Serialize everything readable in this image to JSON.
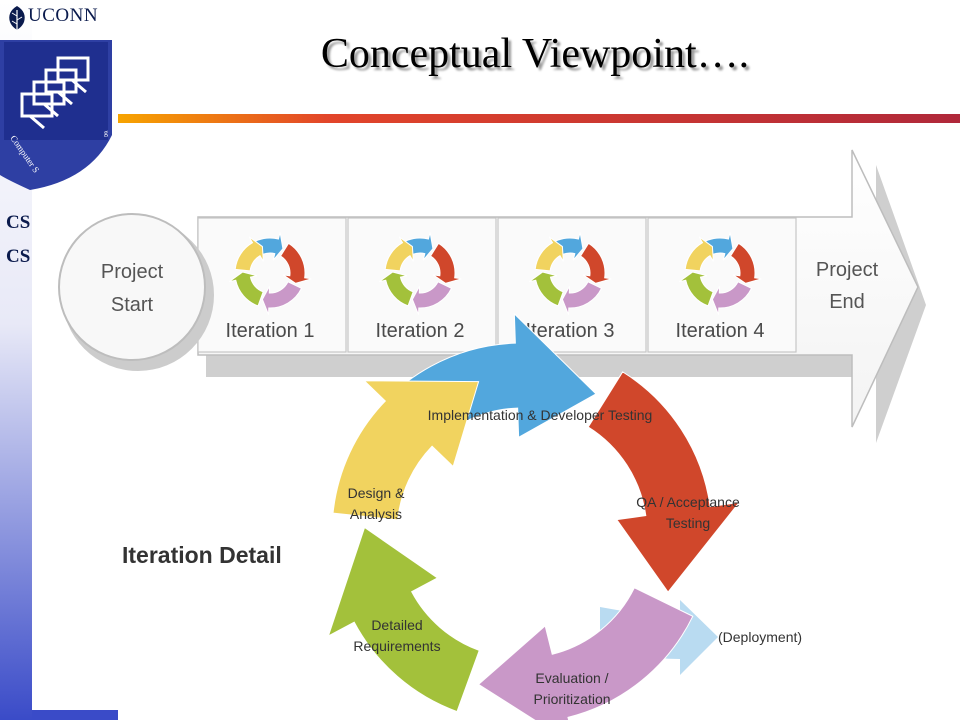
{
  "header": {
    "org_name": "UCONN",
    "course_line_1": "CS",
    "course_line_2": "CS",
    "logo_label": "Computer S"
  },
  "title": "Conceptual Viewpoint….",
  "timeline": {
    "start_label_1": "Project",
    "start_label_2": "Start",
    "end_label_1": "Project",
    "end_label_2": "End",
    "iterations": [
      "Iteration 1",
      "Iteration 2",
      "Iteration 3",
      "Iteration 4"
    ]
  },
  "detail": {
    "heading": "Iteration Detail",
    "phases": [
      {
        "lines": [
          "Implementation & Developer Testing"
        ],
        "color": "#52a7dd"
      },
      {
        "lines": [
          "QA / Acceptance",
          "Testing"
        ],
        "color": "#d0472b"
      },
      {
        "lines": [
          "Evaluation /",
          "Prioritization"
        ],
        "color": "#c998c8"
      },
      {
        "lines": [
          "Detailed",
          "Requirements"
        ],
        "color": "#a3c13b"
      },
      {
        "lines": [
          "Design &",
          "Analysis"
        ],
        "color": "#f1d35f"
      }
    ],
    "deployment_label": "(Deployment)",
    "deployment_color": "#b9dbf1"
  },
  "colors": {
    "navy": "#0b1b4d",
    "accent": "#c8342c",
    "sidebar_blue": "#3a4bc8"
  }
}
